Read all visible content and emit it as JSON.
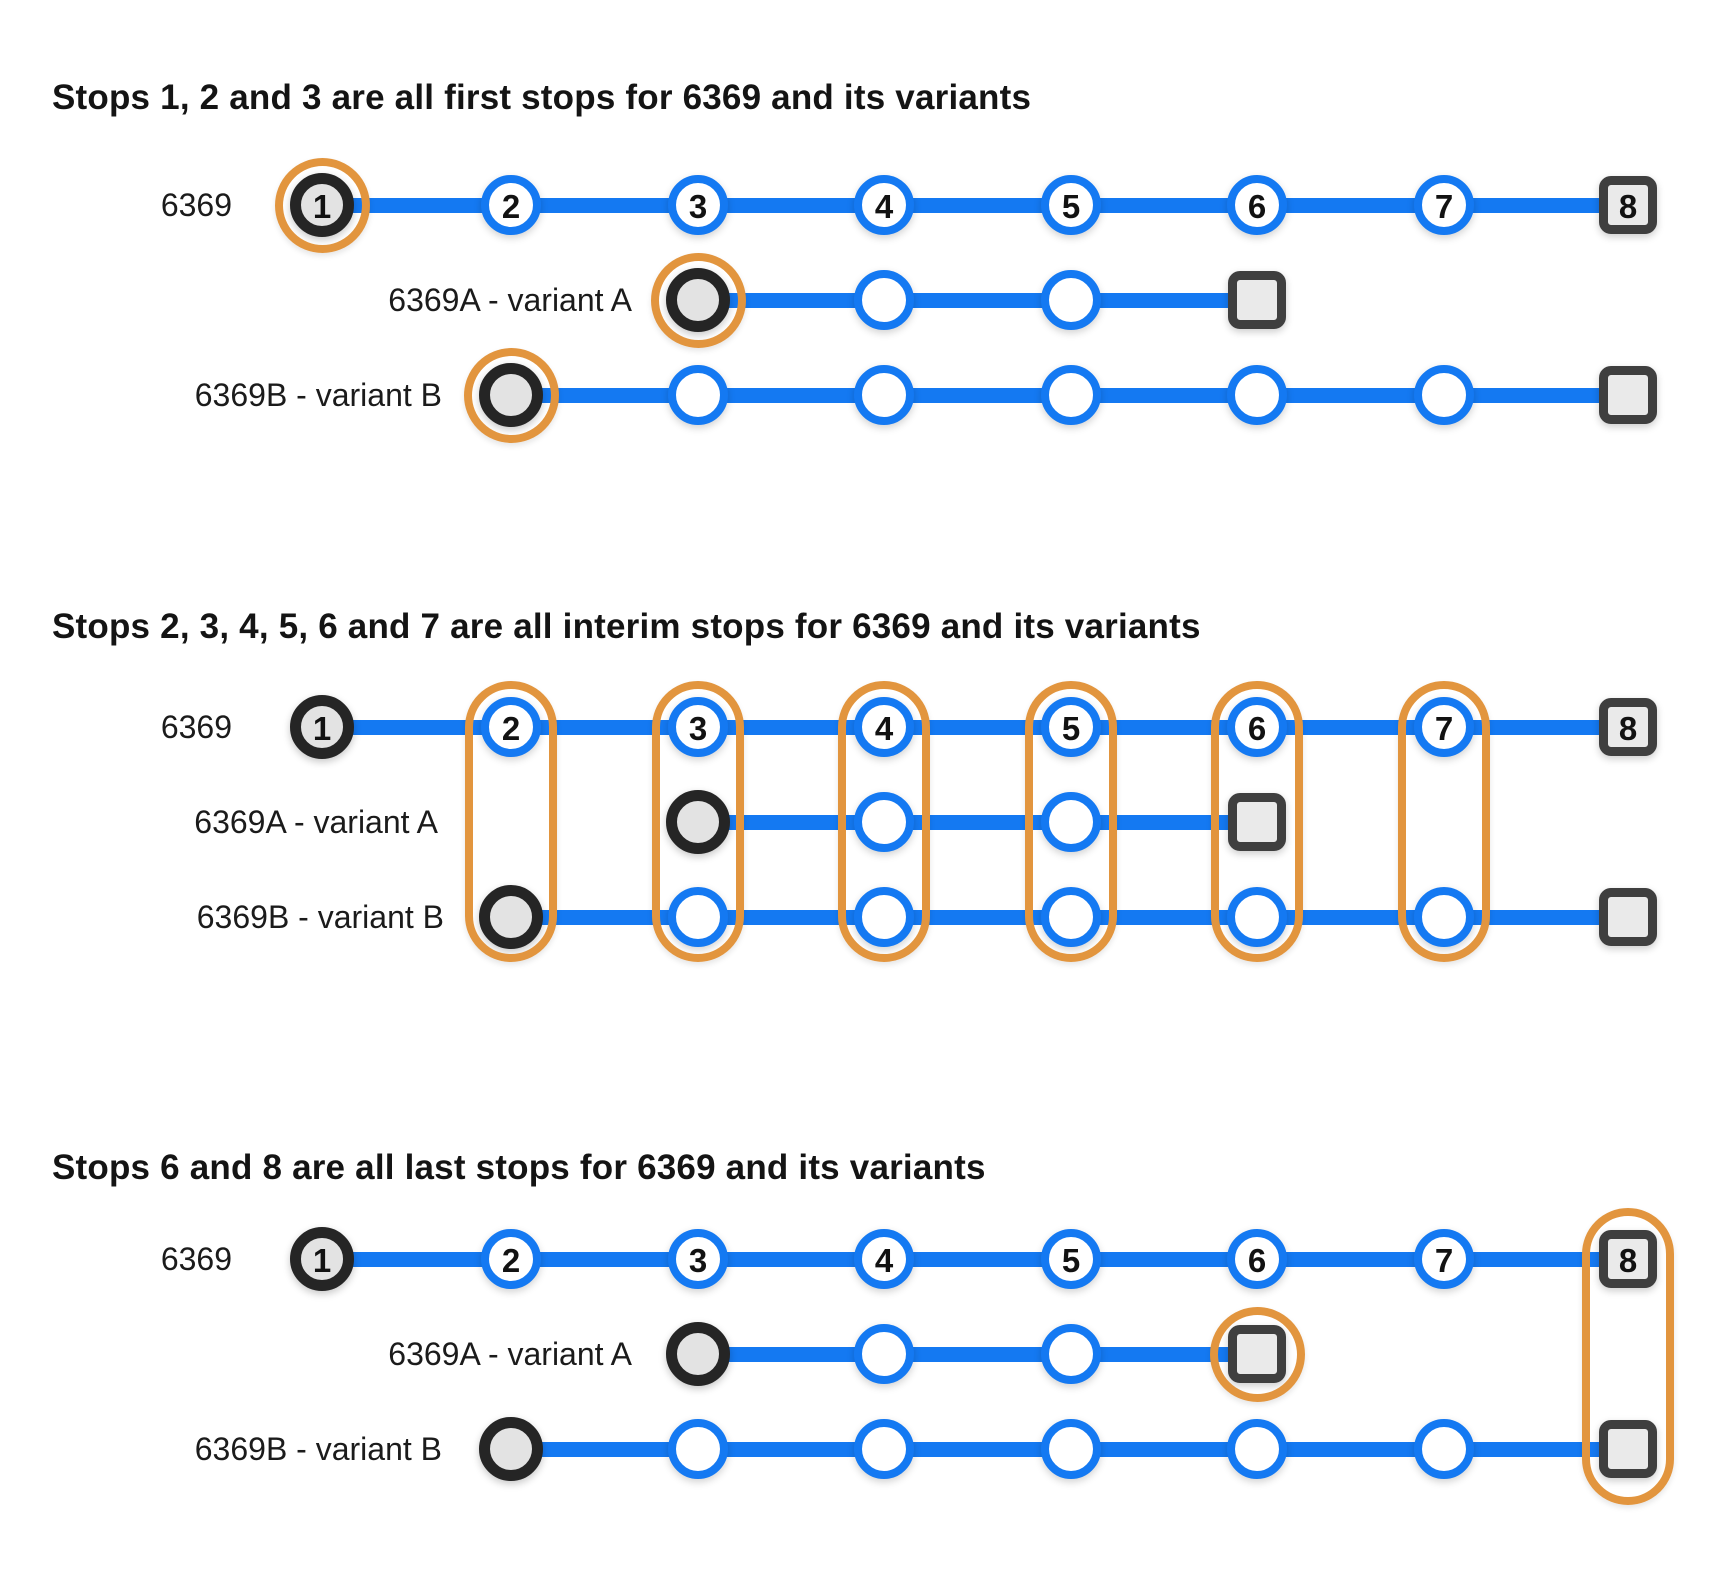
{
  "colors": {
    "line_blue": "#1479F2",
    "highlight_orange": "#E2953E",
    "terminus_black": "#252525",
    "terminus_fill": "#E3E3E3",
    "square_border": "#3F3F3F",
    "square_fill": "#EAEAEA",
    "background": "#FFFFFF",
    "text": "#141414"
  },
  "row_labels": [
    "6369",
    "6369A - variant A",
    "6369B - variant B"
  ],
  "stop_numbers": [
    "1",
    "2",
    "3",
    "4",
    "5",
    "6",
    "7",
    "8"
  ],
  "routes": [
    {
      "name": "6369",
      "stops": [
        {
          "col": 1,
          "kind": "first",
          "number": "1"
        },
        {
          "col": 2,
          "kind": "interim",
          "number": "2"
        },
        {
          "col": 3,
          "kind": "interim",
          "number": "3"
        },
        {
          "col": 4,
          "kind": "interim",
          "number": "4"
        },
        {
          "col": 5,
          "kind": "interim",
          "number": "5"
        },
        {
          "col": 6,
          "kind": "interim",
          "number": "6"
        },
        {
          "col": 7,
          "kind": "interim",
          "number": "7"
        },
        {
          "col": 8,
          "kind": "square",
          "number": "8"
        }
      ]
    },
    {
      "name": "6369A - variant A",
      "stops": [
        {
          "col": 3,
          "kind": "first"
        },
        {
          "col": 4,
          "kind": "interim"
        },
        {
          "col": 5,
          "kind": "interim"
        },
        {
          "col": 6,
          "kind": "square"
        }
      ]
    },
    {
      "name": "6369B - variant B",
      "stops": [
        {
          "col": 2,
          "kind": "first"
        },
        {
          "col": 3,
          "kind": "interim"
        },
        {
          "col": 4,
          "kind": "interim"
        },
        {
          "col": 5,
          "kind": "interim"
        },
        {
          "col": 6,
          "kind": "interim"
        },
        {
          "col": 7,
          "kind": "interim"
        },
        {
          "col": 8,
          "kind": "square"
        }
      ]
    }
  ],
  "diagrams": [
    {
      "id": "first-stops",
      "title": "Stops 1, 2 and 3 are all first stops for 6369 and its variants",
      "highlights": [
        {
          "shape": "ring",
          "row": 0,
          "col": 1
        },
        {
          "shape": "ring",
          "row": 1,
          "col": 3
        },
        {
          "shape": "ring",
          "row": 2,
          "col": 2
        }
      ]
    },
    {
      "id": "interim-stops",
      "title": "Stops 2, 3, 4, 5, 6 and 7 are all interim stops for 6369 and its variants",
      "highlights": [
        {
          "shape": "column",
          "col": 2
        },
        {
          "shape": "column",
          "col": 3
        },
        {
          "shape": "column",
          "col": 4
        },
        {
          "shape": "column",
          "col": 5
        },
        {
          "shape": "column",
          "col": 6
        },
        {
          "shape": "column",
          "col": 7
        }
      ]
    },
    {
      "id": "last-stops",
      "title": "Stops 6 and 8 are all last stops for 6369 and its variants",
      "highlights": [
        {
          "shape": "ring",
          "row": 1,
          "col": 6
        },
        {
          "shape": "column",
          "col": 8
        }
      ]
    }
  ]
}
